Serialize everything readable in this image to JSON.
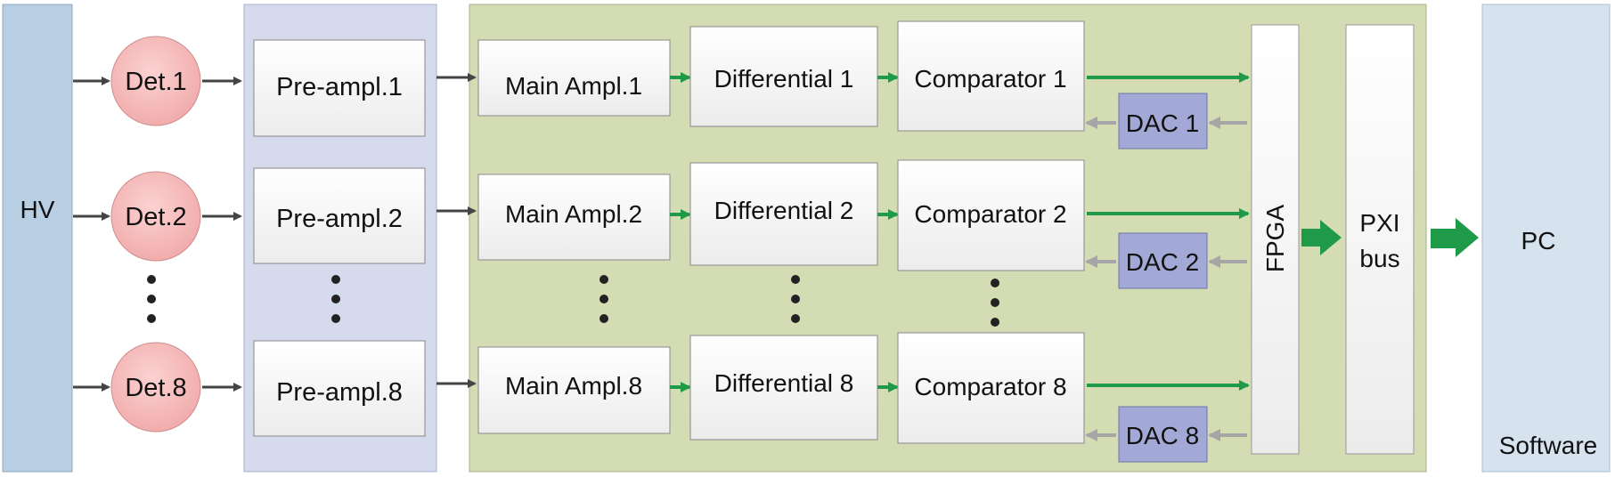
{
  "hv": {
    "label": "HV"
  },
  "detectors": [
    "Det.1",
    "Det.2",
    "Det.8"
  ],
  "preamps": [
    "Pre-ampl.1",
    "Pre-ampl.2",
    "Pre-ampl.8"
  ],
  "main_amps": [
    "Main Ampl.1",
    "Main Ampl.2",
    "Main Ampl.8"
  ],
  "differentials": [
    "Differential 1",
    "Differential 2",
    "Differential 8"
  ],
  "comparators": [
    "Comparator 1",
    "Comparator 2",
    "Comparator 8"
  ],
  "dacs": [
    "DAC 1",
    "DAC 2",
    "DAC 8"
  ],
  "fpga": {
    "label": "FPGA"
  },
  "pxi": {
    "line1": "PXI",
    "line2": "bus"
  },
  "pc": {
    "label": "PC",
    "sublabel": "Software"
  },
  "colors": {
    "hv_fill": "#b8cfe3",
    "detector_fill": "#f4b8b8",
    "preamp_panel": "#d5daec",
    "board_panel": "#d4dcb4",
    "dac_fill": "#a3a9d6",
    "pc_fill": "#d6e3ef",
    "green_arrow": "#1e9a48",
    "gray_arrow": "#a6a6a6",
    "dark_arrow": "#444444"
  }
}
